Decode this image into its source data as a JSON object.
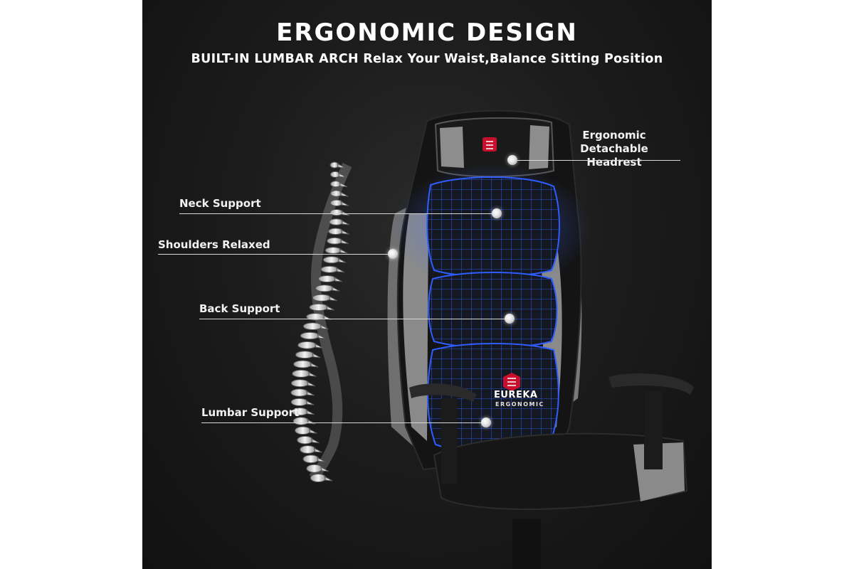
{
  "header": {
    "title": "ERGONOMIC DESIGN",
    "subtitle": "BUILT-IN LUMBAR ARCH Relax Your Waist,Balance Sitting Position"
  },
  "callouts": {
    "headrest": {
      "line1": "Ergonomic",
      "line2": "Detachable Headrest"
    },
    "neck": "Neck Support",
    "shoulders": "Shoulders Relaxed",
    "back": "Back Support",
    "lumbar": "Lumbar Support"
  },
  "brand": {
    "name": "EUREKA",
    "tagline": "ERGONOMIC"
  },
  "colors": {
    "background": "#1a1a1a",
    "chair_black": "#141414",
    "chair_grey": "#8a8a8a",
    "mesh_blue": "#2f5dff",
    "logo_red": "#c8102e"
  },
  "icons": [
    "spine-illustration",
    "gaming-chair-illustration",
    "eureka-logo-icon"
  ]
}
